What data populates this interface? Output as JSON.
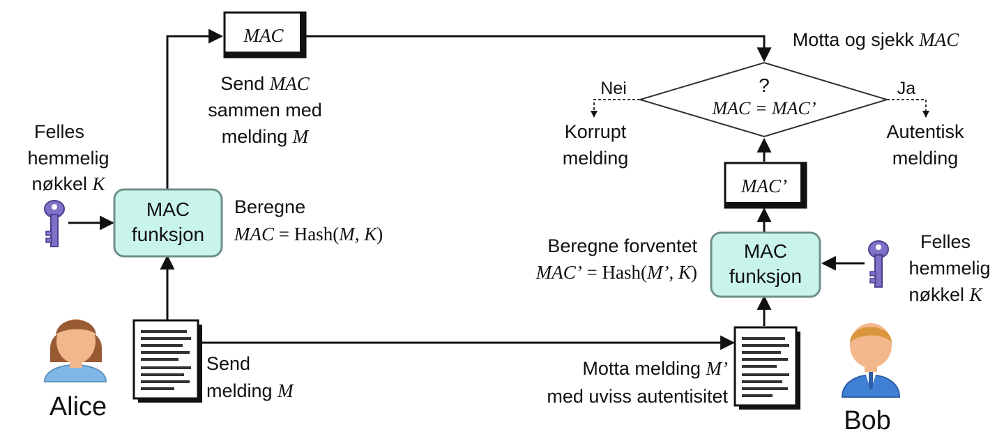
{
  "colors": {
    "function_box": "#c9f4ec",
    "function_box_stroke": "#6e8f8a",
    "key": "#7f70c8",
    "alice_hair": "#9a5a33",
    "alice_shirt": "#7fb8e6",
    "bob_shirt": "#3f7fd4",
    "skin": "#f2b88c",
    "line": "#111111"
  },
  "alice": {
    "name": "Alice",
    "key_label": [
      "Felles",
      "hemmelig",
      "nøkkel"
    ],
    "key_var": "K",
    "mac_box": [
      "MAC",
      "funksjon"
    ],
    "compute_label": "Beregne",
    "compute_formula": {
      "lhs": "MAC",
      "eq": " = Hash(",
      "args": "M, K",
      "close": ")"
    },
    "send_mac": {
      "line1_word": "Send",
      "line1_var": "MAC",
      "line2": "sammen med",
      "line3_word": "melding",
      "line3_var": "M"
    },
    "send_msg": {
      "line1": "Send",
      "line2_word": "melding",
      "line2_var": "M"
    }
  },
  "mac_token": "MAC",
  "bob": {
    "name": "Bob",
    "key_label": [
      "Felles",
      "hemmelig",
      "nøkkel"
    ],
    "key_var": "K",
    "mac_box": [
      "MAC",
      "funksjon"
    ],
    "receive_check": {
      "words": "Motta og sjekk",
      "var": "MAC"
    },
    "compare_q": "?",
    "compare_formula": "MAC = MAC’",
    "no_label": "Nei",
    "yes_label": "Ja",
    "corrupt": [
      "Korrupt",
      "melding"
    ],
    "authentic": [
      "Autentisk",
      "melding"
    ],
    "mac_prime_token": "MAC’",
    "compute_label": "Beregne forventet",
    "compute_formula": {
      "lhs": "MAC’",
      "eq": " = Hash(",
      "args": "M’, K",
      "close": ")"
    },
    "receive_msg": {
      "line1_words": "Motta melding",
      "line1_var": "M’",
      "line2": "med uviss autentisitet"
    }
  }
}
